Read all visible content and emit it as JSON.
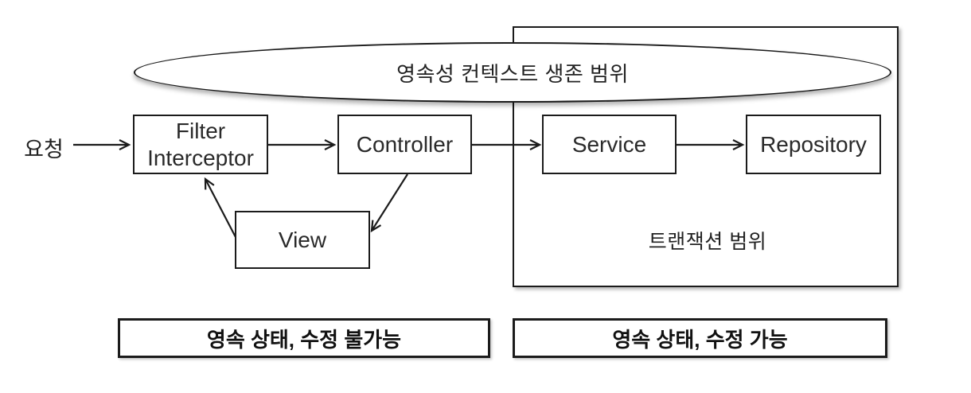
{
  "diagram": {
    "persistence_context_label": "영속성 컨텍스트 생존 범위",
    "transaction_scope_label": "트랜잭션 범위",
    "request_label": "요청",
    "nodes": {
      "filter_line1": "Filter",
      "filter_line2": "Interceptor",
      "controller": "Controller",
      "service": "Service",
      "repository": "Repository",
      "view": "View"
    },
    "legend": {
      "left": "영속 상태, 수정 불가능",
      "right": "영속 상태, 수정 가능"
    },
    "colors": {
      "stroke": "#1b1b1b",
      "background": "#ffffff",
      "text": "#222222"
    }
  }
}
